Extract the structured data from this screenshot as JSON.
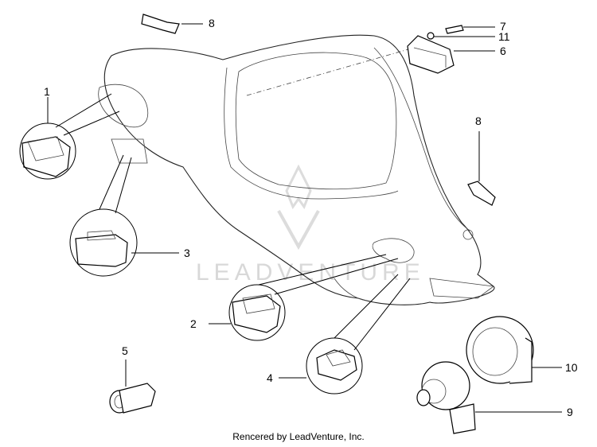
{
  "callouts": [
    {
      "id": "c1",
      "label": "1"
    },
    {
      "id": "c2",
      "label": "2"
    },
    {
      "id": "c3",
      "label": "3"
    },
    {
      "id": "c4",
      "label": "4"
    },
    {
      "id": "c5",
      "label": "5"
    },
    {
      "id": "c6",
      "label": "6"
    },
    {
      "id": "c7",
      "label": "7"
    },
    {
      "id": "c8a",
      "label": "8"
    },
    {
      "id": "c8b",
      "label": "8"
    },
    {
      "id": "c9",
      "label": "9"
    },
    {
      "id": "c10",
      "label": "10"
    },
    {
      "id": "c11",
      "label": "11"
    }
  ],
  "watermark": "LEADVENTURE",
  "footer": {
    "credit": "Rencered by LeadVenture, Inc."
  },
  "colors": {
    "line": "#000000",
    "watermark": "#d8d8d8",
    "background": "#ffffff"
  }
}
